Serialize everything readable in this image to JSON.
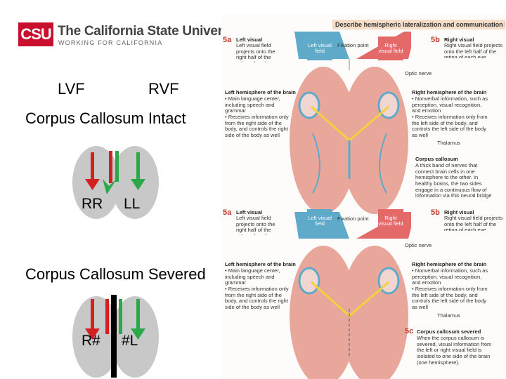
{
  "logo": {
    "mark": "CSU",
    "name": "The California State University",
    "tagline": "WORKING FOR CALIFORNIA"
  },
  "slide": {
    "lvf": "LVF",
    "rvf": "RVF",
    "intact_heading": "Corpus Callosum Intact",
    "severed_heading": "Corpus Callosum Severed",
    "intact_left_label": "RR",
    "intact_right_label": "LL",
    "severed_left_label": "R#",
    "severed_right_label": "#L"
  },
  "colors": {
    "arrow_red": "#d42020",
    "arrow_green": "#2aa84a",
    "hemisphere_gray": "#c8c8c8",
    "divider_black": "#000000",
    "csu_red": "#c8102e"
  },
  "figure": {
    "banner": "Describe hemispheric lateralization and communication in the brain.",
    "top": {
      "label_5a": "5a",
      "left_visual_title": "Left visual",
      "left_visual_text": "Left visual field projects onto the right half of the retina of each eye",
      "left_field": "Left visual field",
      "fixation": "Fixation point",
      "right_field": "Right visual field",
      "label_5b": "5b",
      "right_visual_title": "Right visual",
      "right_visual_text": "Right visual field projects onto the left half of the retina of each eye",
      "optic_nerve": "Optic nerve",
      "left_hem_title": "Left hemisphere of the brain",
      "left_hem_text": "• Main language center, including speech and grammar\n• Receives information only from the right side of the body, and controls the right side of the body as well",
      "right_hem_title": "Right hemisphere of the brain",
      "right_hem_text": "• Nonverbal information, such as perception, visual recognition, and emotion\n• Receives information only from the left side of the body, and controls the left side of the body as well",
      "thalamus": "Thalamus",
      "cc_title": "Corpus callosum",
      "cc_text": "A thick band of nerves that connect brain cells in one hemisphere to the other. In healthy brains, the two sides engage in a continuous flow of information via this neural bridge and share information."
    },
    "bottom": {
      "label_5a": "5a",
      "left_visual_title": "Left visual",
      "left_visual_text": "Left visual field projects onto the right half of the retina of each eye",
      "left_field": "Left visual field",
      "fixation": "Fixation point",
      "right_field": "Right visual field",
      "label_5b": "5b",
      "right_visual_title": "Right visual",
      "right_visual_text": "Right visual field projects onto the left half of the retina of each eye",
      "optic_nerve": "Optic nerve",
      "left_hem_title": "Left hemisphere of the brain",
      "left_hem_text": "• Main language center, including speech and grammar\n• Receives information only from the right side of the body, and controls the right side of the body as well",
      "right_hem_title": "Right hemisphere of the brain",
      "right_hem_text": "• Nonverbal information, such as perception, visual recognition, and emotion\n• Receives information only from the left side of the body, and controls the left side of the body as well",
      "thalamus": "Thalamus",
      "label_5c": "5c",
      "cc_title": "Corpus callosum severed",
      "cc_text": "When the corpus callosum is severed, visual information from the left or right visual field is isolated to one side of the brain (one hemisphere)."
    }
  }
}
